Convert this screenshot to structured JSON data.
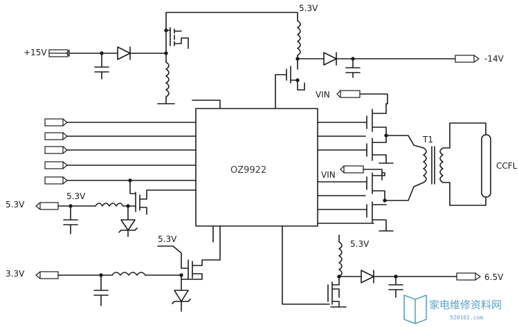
{
  "chip": {
    "label": "OZ9922"
  },
  "labels": {
    "p15v": "+15V",
    "top_53v": "5.3V",
    "n14v": "-14V",
    "vin_top": "VIN",
    "vin_mid": "VIN",
    "t1": "T1",
    "ccfl": "CCFL",
    "left_53v": "5.3V",
    "coil_53v": "5.3V",
    "gate_53v": "5.3V",
    "left_33v": "3.3V",
    "bottom_53v": "5.3V",
    "out_65v": "6.5V"
  },
  "watermark": {
    "text": "家电维修资料网",
    "url": "520101.com",
    "icon": "book-icon"
  }
}
